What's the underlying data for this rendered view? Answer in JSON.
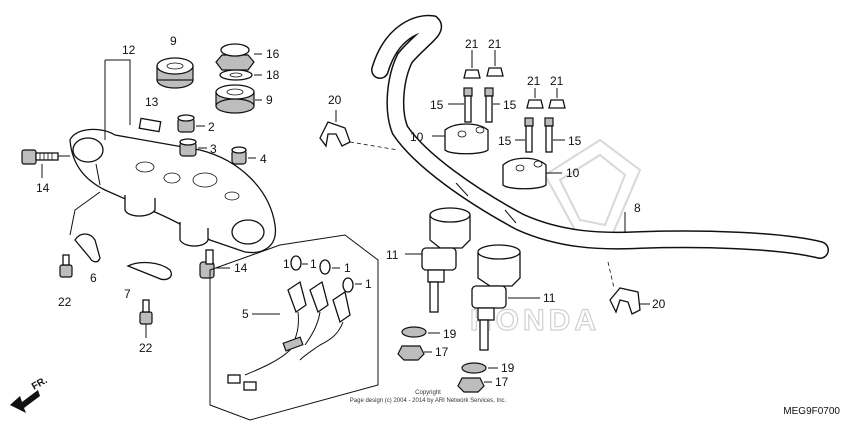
{
  "diagram": {
    "callouts": {
      "c1": "1",
      "c2": "2",
      "c3": "3",
      "c4": "4",
      "c5": "5",
      "c6": "6",
      "c7": "7",
      "c8": "8",
      "c9": "9",
      "c10": "10",
      "c11": "11",
      "c12": "12",
      "c13": "13",
      "c14": "14",
      "c15": "15",
      "c16": "16",
      "c17": "17",
      "c18": "18",
      "c19": "19",
      "c20": "20",
      "c21": "21",
      "c22": "22"
    },
    "direction_label": "FR.",
    "watermark": "HONDA",
    "copyright_title": "Copyright",
    "copyright_line": "Page design (c) 2004 - 2014 by ARI Network Services, Inc.",
    "diagram_code": "MEG9F0700"
  }
}
